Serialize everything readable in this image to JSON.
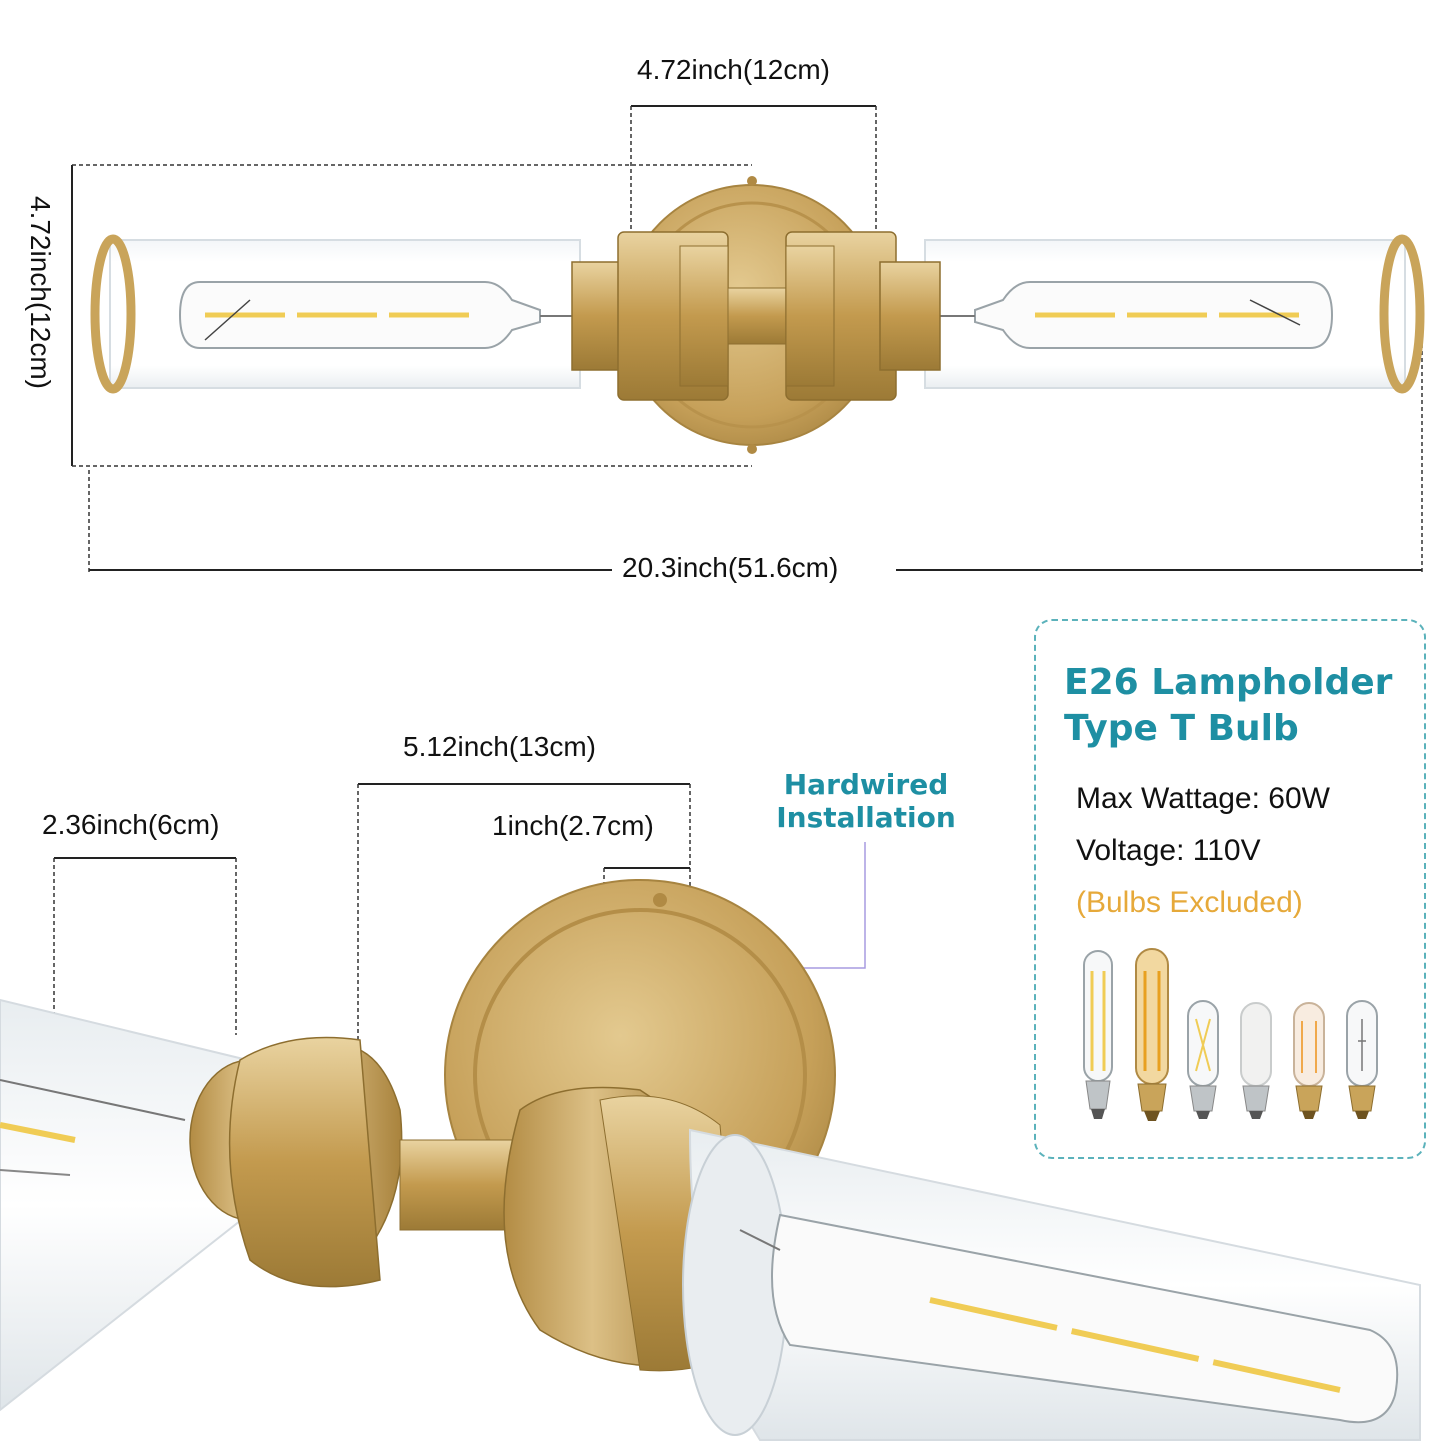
{
  "dimensions": {
    "top_width": "4.72inch(12cm)",
    "top_height": "4.72inch(12cm)",
    "total_length": "20.3inch(51.6cm)",
    "extension": "5.12inch(13cm)",
    "tube_diameter": "2.36inch(6cm)",
    "backplate_depth": "1inch(2.7cm)"
  },
  "installation": {
    "line1": "Hardwired",
    "line2": "Installation"
  },
  "info": {
    "title_line1": "E26 Lampholder",
    "title_line2": "Type T Bulb",
    "wattage": "Max Wattage: 60W",
    "voltage": "Voltage: 110V",
    "note": "(Bulbs Excluded)"
  },
  "colors": {
    "accent": "#1e8fa3",
    "note": "#e6a93a",
    "brass": "#c9a45a",
    "border": "#5bb2bb"
  },
  "bulb_icons": [
    "tube-clear-bulb-icon",
    "tube-amber-bulb-icon",
    "t10-clear-bulb-icon",
    "t10-frosted-bulb-icon",
    "t10-warm-bulb-icon",
    "t10-filament-bulb-icon"
  ]
}
